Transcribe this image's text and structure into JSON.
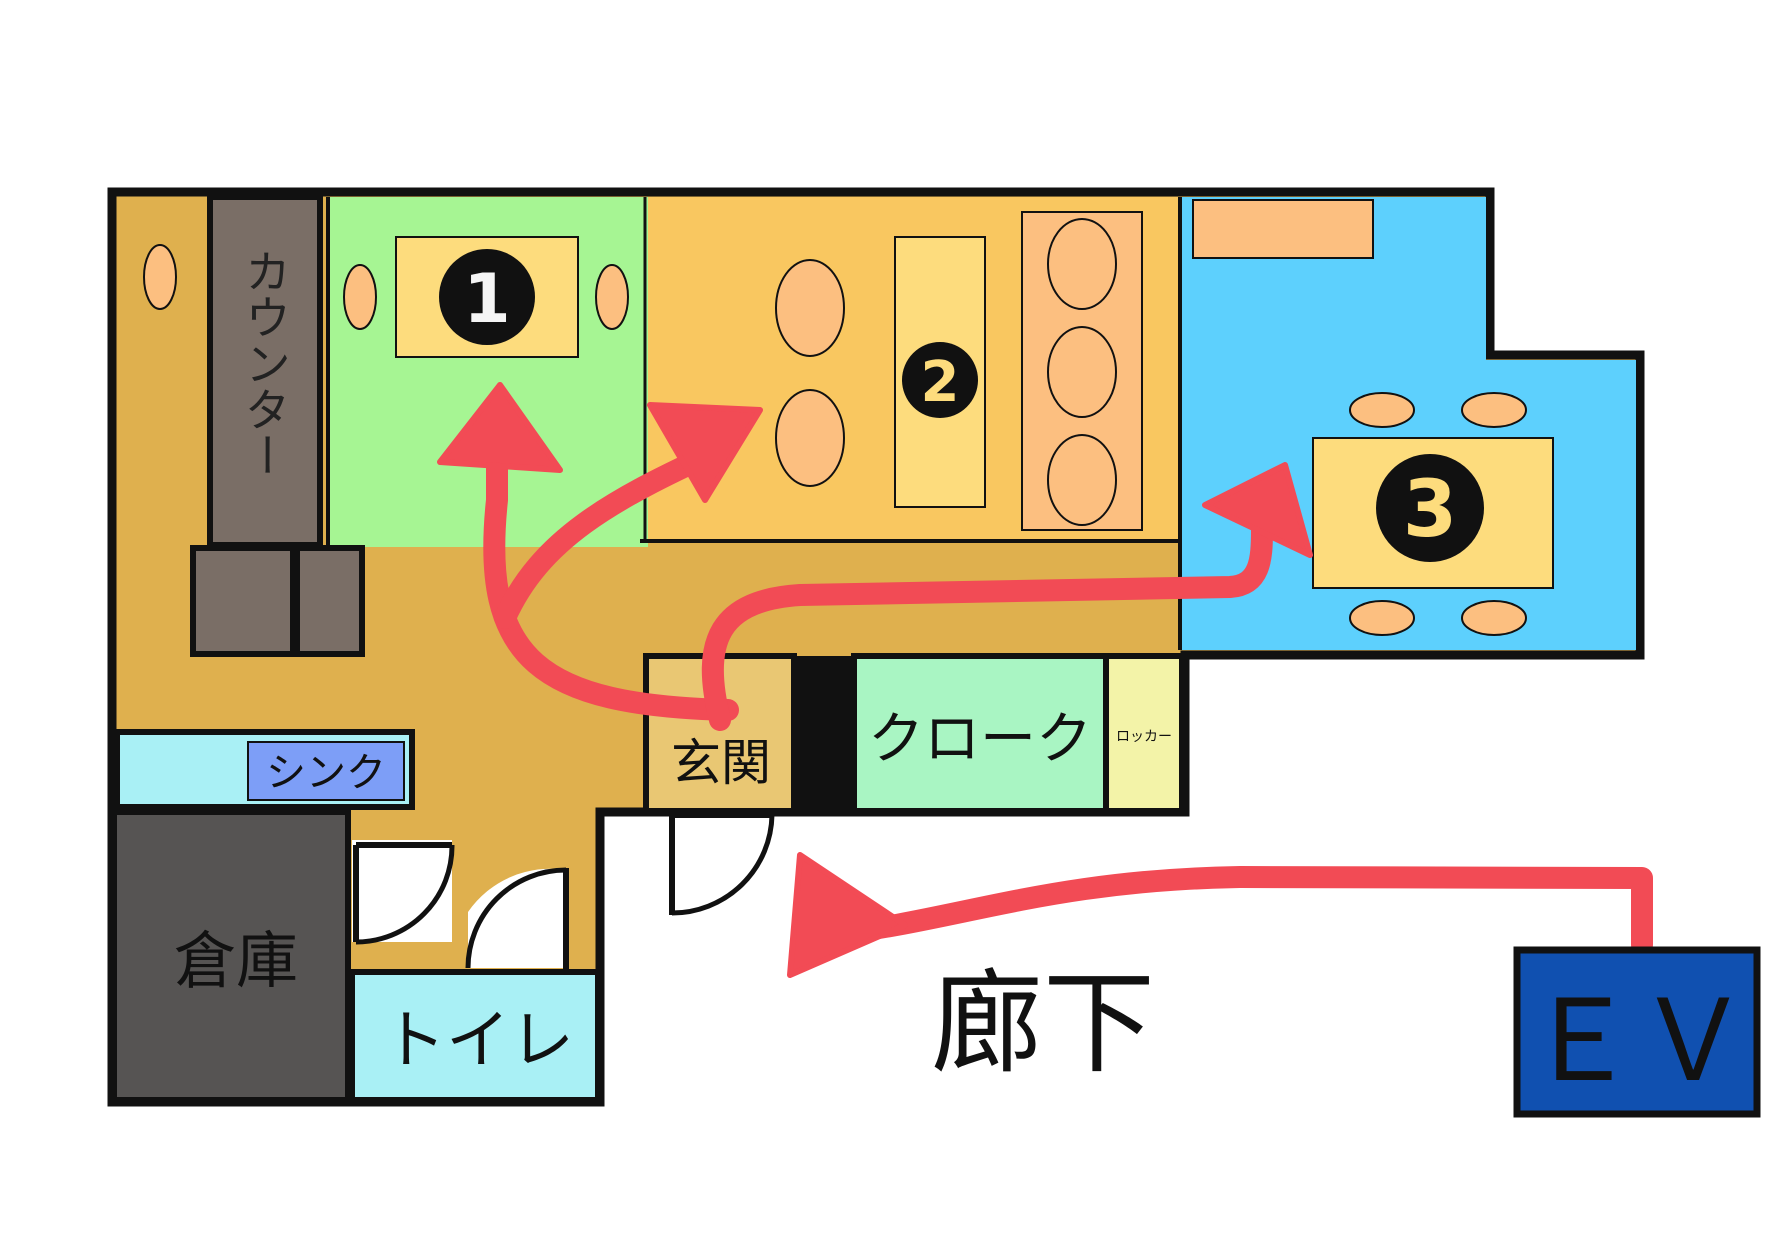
{
  "labels": {
    "counter": "カウンター",
    "sink": "シンク",
    "storage": "倉庫",
    "toilet": "トイレ",
    "entrance": "玄関",
    "cloak": "クローク",
    "locker": "ロッカー",
    "corridor": "廊下",
    "elevator": "ＥＶ"
  },
  "rooms": [
    {
      "number": "1"
    },
    {
      "number": "2"
    },
    {
      "number": "3"
    }
  ],
  "colors": {
    "floor": "#dfb04e",
    "room1": "#a6f593",
    "room2": "#f9c760",
    "room3": "#5dd0fd",
    "counter": "#7a6e66",
    "storage": "#565453",
    "toilet": "#a9f0f5",
    "sink_area": "#a9f0f5",
    "sink": "#7d9ef7",
    "entrance": "#e9c773",
    "cloak": "#a9f5c3",
    "locker": "#f3f3a8",
    "table": "#fddc7d",
    "chair": "#fcbf80",
    "elevator": "#1050b0",
    "arrow": "#f24b55",
    "wall": "#111111"
  }
}
